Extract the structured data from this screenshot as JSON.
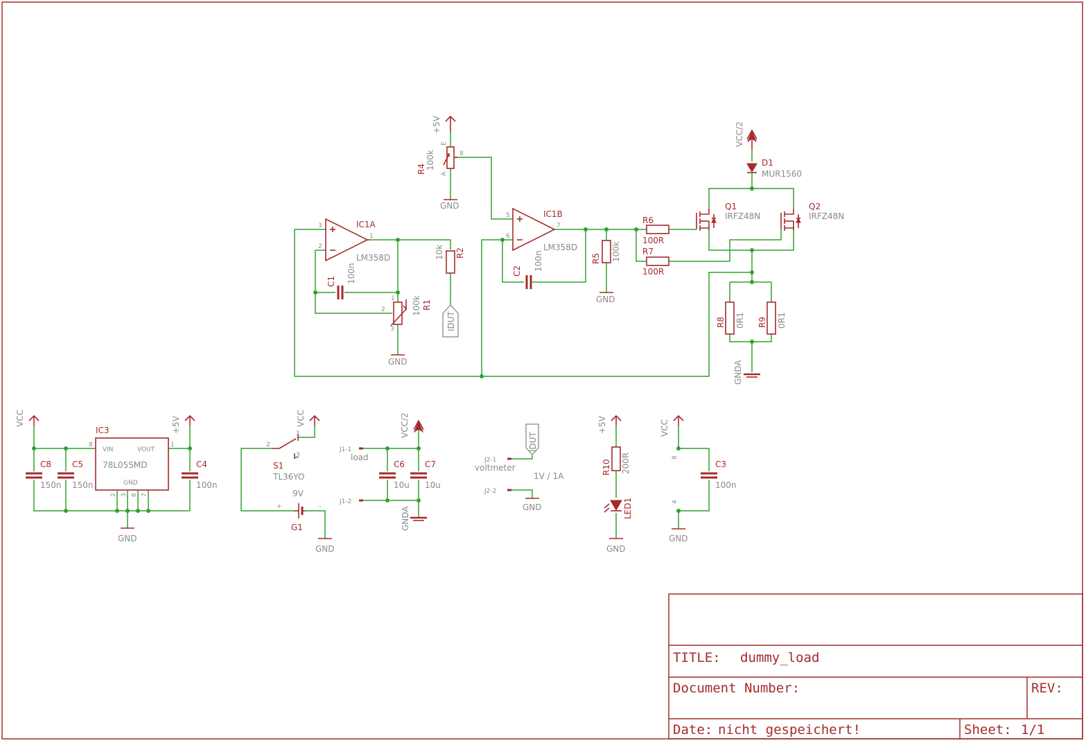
{
  "title_block": {
    "title_label": "TITLE:",
    "title_value": "dummy_load",
    "doc_label": "Document Number:",
    "rev_label": "REV:",
    "date_label": "Date:",
    "date_value": "nicht gespeichert!",
    "sheet_label": "Sheet:",
    "sheet_value": "1/1"
  },
  "colors": {
    "symbol": "#a52a2a",
    "wire": "#32a02e",
    "value_text": "#8a8a8a"
  },
  "supplies": {
    "p5v": "+5V",
    "gnd": "GND",
    "gnda": "GNDA",
    "vcc": "VCC",
    "vcc2": "VCC/2"
  },
  "parts": {
    "ic1a": {
      "name": "IC1A",
      "value": "LM358D",
      "pins": [
        "3",
        "2",
        "1"
      ]
    },
    "ic1b": {
      "name": "IC1B",
      "value": "LM358D",
      "pins": [
        "5",
        "6",
        "7",
        "8"
      ]
    },
    "ic3": {
      "name": "IC3",
      "value": "78L05SMD",
      "vin": "VIN",
      "vout": "VOUT",
      "gnd": "GND",
      "pins": [
        "8",
        "1",
        "2",
        "3",
        "6",
        "7"
      ]
    },
    "r1": {
      "name": "R1",
      "value": "100k",
      "pins": [
        "1",
        "2",
        "3"
      ]
    },
    "r2": {
      "name": "R2",
      "value": "10k"
    },
    "r4": {
      "name": "R4",
      "value": "100k",
      "pin_e": "E",
      "pin_a": "A"
    },
    "r5": {
      "name": "R5",
      "value": "100k"
    },
    "r6": {
      "name": "R6",
      "value": "100R"
    },
    "r7": {
      "name": "R7",
      "value": "100R"
    },
    "r8": {
      "name": "R8",
      "value": "0R1"
    },
    "r9": {
      "name": "R9",
      "value": "0R1"
    },
    "r10": {
      "name": "R10",
      "value": "200R"
    },
    "c1": {
      "name": "C1",
      "value": "100n"
    },
    "c2": {
      "name": "C2",
      "value": "100n"
    },
    "c3": {
      "name": "C3",
      "value": "100n",
      "pins": [
        "8",
        "4"
      ]
    },
    "c4": {
      "name": "C4",
      "value": "100n"
    },
    "c5": {
      "name": "C5",
      "value": "150n"
    },
    "c6": {
      "name": "C6",
      "value": "10u"
    },
    "c7": {
      "name": "C7",
      "value": "10u"
    },
    "c8": {
      "name": "C8",
      "value": "150n"
    },
    "d1": {
      "name": "D1",
      "value": "MUR1560"
    },
    "q1": {
      "name": "Q1",
      "value": "IRFZ48N"
    },
    "q2": {
      "name": "Q2",
      "value": "IRFZ48N"
    },
    "s1": {
      "name": "S1",
      "value": "TL36YO",
      "pins": [
        "2",
        "1",
        "3"
      ]
    },
    "g1": {
      "name": "G1",
      "value": "9V",
      "plus": "+",
      "minus": "-"
    },
    "led1": {
      "name": "LED1"
    },
    "j1": {
      "pin1": "J1-1",
      "pin1_label": "load",
      "pin2": "J1-2"
    },
    "j2": {
      "pin1": "J2-1",
      "pin1_label": "voltmeter",
      "pin2": "J2-2",
      "note": "1V / 1A"
    },
    "idut_label": "IDUT"
  }
}
